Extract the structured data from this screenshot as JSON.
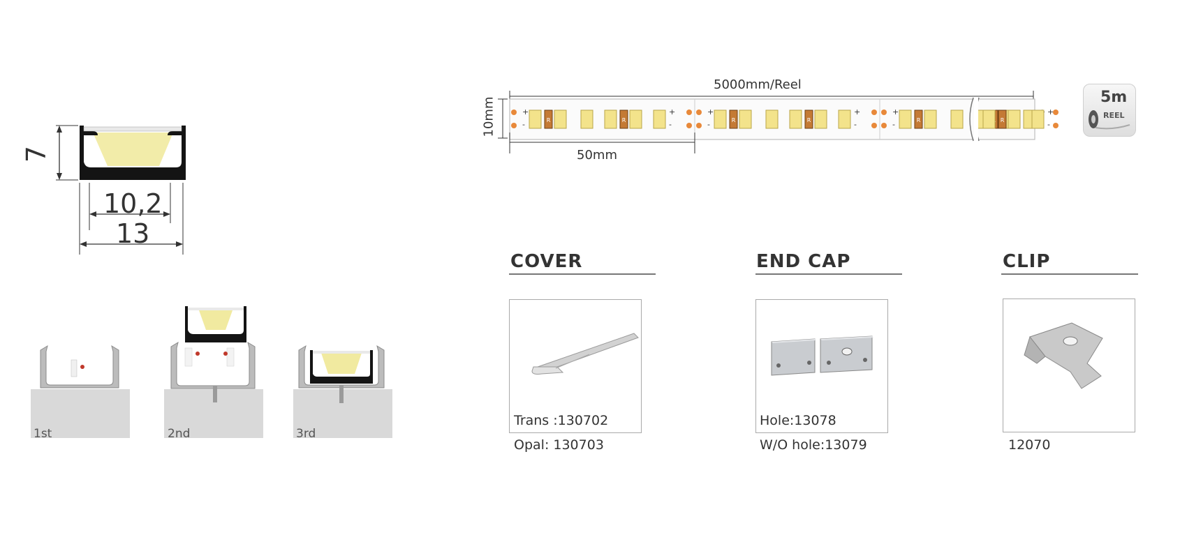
{
  "profile": {
    "height_label": "7",
    "inner_width_label": "10,2",
    "outer_width_label": "13"
  },
  "strip": {
    "length_label": "5000mm/Reel",
    "width_label": "10mm",
    "cut_label": "50mm",
    "resistor_mark": "R",
    "plus_sign": "+",
    "minus_sign": "-"
  },
  "reel_badge": {
    "length": "5m",
    "unit": "REEL"
  },
  "install_steps": [
    "1st",
    "2nd",
    "3rd"
  ],
  "cover": {
    "title": "COVER",
    "codes": [
      "Trans :130702",
      "Opal:  130703"
    ]
  },
  "end_cap": {
    "title": "END CAP",
    "codes": [
      "Hole:13078",
      "W/O hole:13079"
    ]
  },
  "clip": {
    "title": "CLIP",
    "codes": [
      "12070"
    ]
  },
  "colors": {
    "led_yellow": "#f3e38b",
    "pad_orange": "#e8893a",
    "profile_black": "#141414",
    "wall_gray": "#d9d9d9"
  }
}
